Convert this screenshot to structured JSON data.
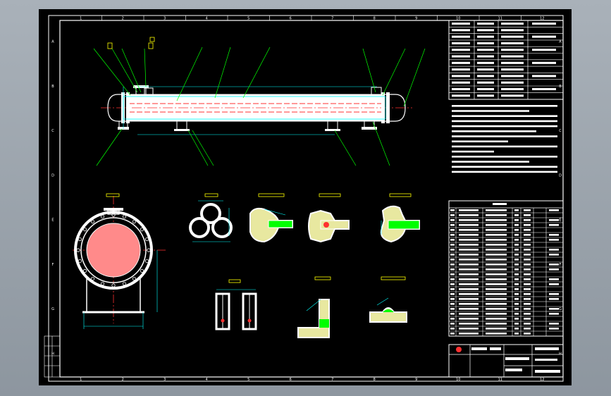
{
  "viewer": {
    "background": "#a0a8b0"
  },
  "sheet": {
    "background": "#000000",
    "line_color": "#ffffff",
    "accent_colors": [
      "#ff3030",
      "#00ffff",
      "#ffff00",
      "#00ff00"
    ]
  },
  "border": {
    "top_zones": [
      "1",
      "2",
      "3",
      "4",
      "5",
      "6",
      "7",
      "8",
      "9",
      "10",
      "11",
      "12"
    ],
    "side_zones": [
      "A",
      "B",
      "C",
      "D",
      "E",
      "F",
      "G",
      "H"
    ]
  },
  "notes": {
    "text": "",
    "table_caption": "",
    "title_block": {
      "drawing_number": ""
    }
  },
  "parts_list": {
    "header_label": ""
  },
  "views": [
    "main-elevation",
    "end-view-section",
    "tube-arrangement-detail",
    "flange-detail-1",
    "flange-detail-2",
    "flange-detail-3",
    "support-section",
    "weld-detail-1",
    "weld-detail-2"
  ]
}
